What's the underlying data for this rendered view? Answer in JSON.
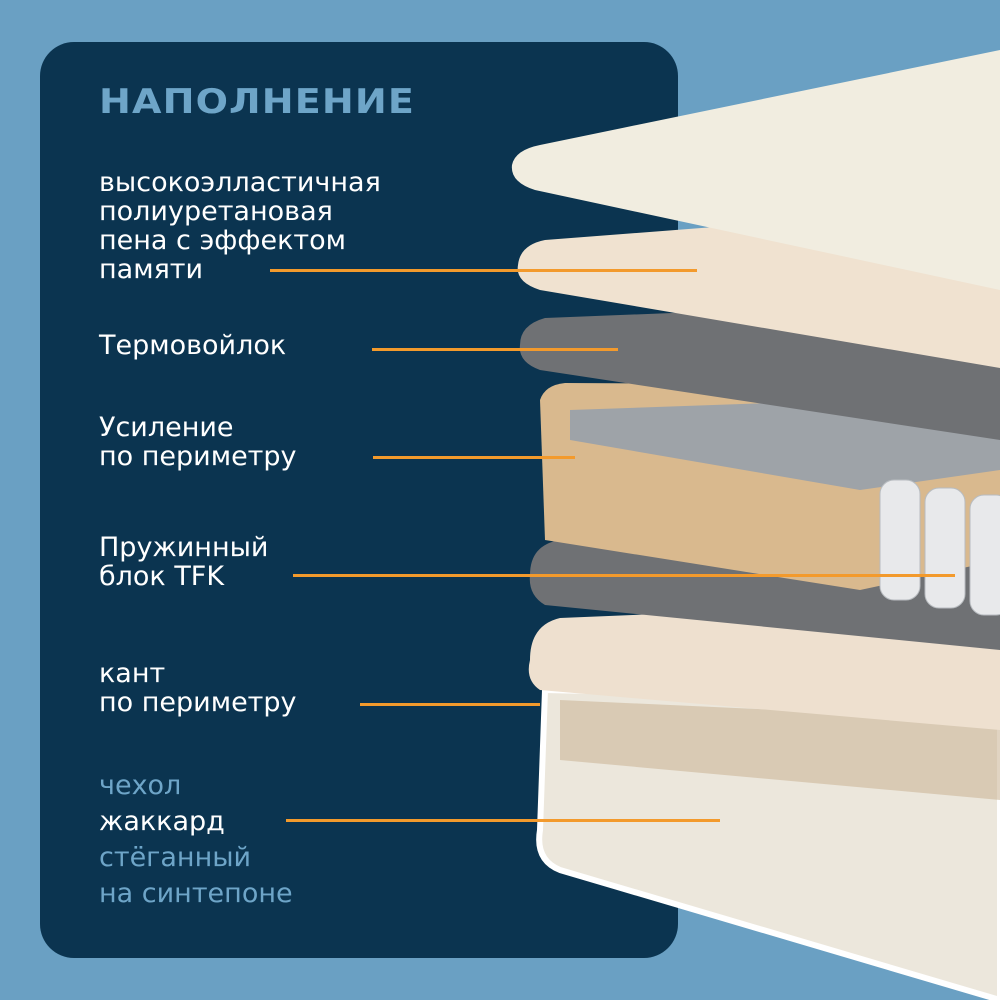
{
  "title": "НАПОЛНЕНИЕ",
  "layers": [
    {
      "lines": [
        "высокоэлластичная",
        "полиуретановая",
        "пена с эффектом",
        "памяти"
      ]
    },
    {
      "lines": [
        "Термовойлок"
      ]
    },
    {
      "lines": [
        "Усиление",
        "по периметру"
      ]
    },
    {
      "lines": [
        "Пружинный",
        "блок TFK"
      ]
    },
    {
      "lines": [
        "кант",
        "по периметру"
      ]
    }
  ],
  "cover": {
    "prefix": "чехол",
    "highlight": "жаккард",
    "suffix1": "стёганный",
    "suffix2": "на синтепоне"
  },
  "colors": {
    "background": "#6aa0c3",
    "panel": "#0b3450",
    "accent": "#f39a2c",
    "title": "#6ea5c8"
  }
}
